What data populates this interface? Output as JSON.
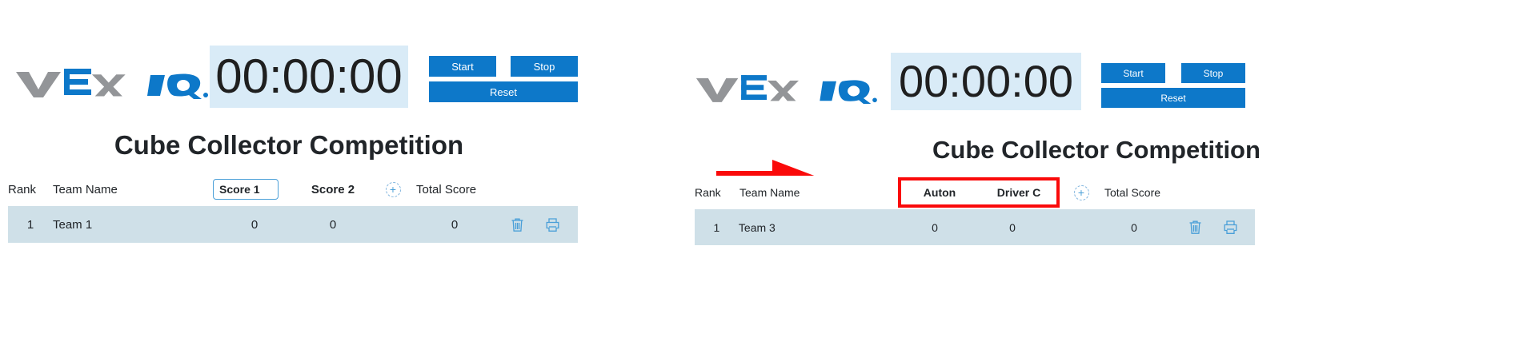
{
  "brand": {
    "name": "VEX IQ",
    "vex_text": "vEx",
    "iq_text": "IQ",
    "blue": "#0d78c9",
    "gray": "#939598"
  },
  "arrow": {
    "name": "transition-arrow",
    "color": "#fa0a0a",
    "direction": "right"
  },
  "highlight_color": "#fa0a0a",
  "panels": [
    {
      "id": "before",
      "timer": {
        "value": "00:00:00",
        "background": "#d9ebf7"
      },
      "controls": [
        {
          "id": "start",
          "label": "Start"
        },
        {
          "id": "stop",
          "label": "Stop"
        },
        {
          "id": "reset",
          "label": "Reset"
        }
      ],
      "title": "Cube Collector Competition",
      "table": {
        "headers": {
          "rank": "Rank",
          "team": "Team Name",
          "total": "Total Score",
          "add_column": "+"
        },
        "score_columns": [
          {
            "label": "Score 1",
            "editing": true
          },
          {
            "label": "Score 2",
            "editing": false
          }
        ],
        "rows": [
          {
            "rank": "1",
            "team": "Team 1",
            "scores": [
              "0",
              "0"
            ],
            "total": "0"
          }
        ],
        "row_actions": [
          {
            "id": "delete",
            "icon": "trash-icon"
          },
          {
            "id": "print",
            "icon": "printer-icon"
          }
        ],
        "highlighted": false
      }
    },
    {
      "id": "after",
      "timer": {
        "value": "00:00:00",
        "background": "#d9ebf7"
      },
      "controls": [
        {
          "id": "start",
          "label": "Start"
        },
        {
          "id": "stop",
          "label": "Stop"
        },
        {
          "id": "reset",
          "label": "Reset"
        }
      ],
      "title": "Cube Collector Competition",
      "table": {
        "headers": {
          "rank": "Rank",
          "team": "Team Name",
          "total": "Total Score",
          "add_column": "+"
        },
        "score_columns": [
          {
            "label": "Auton",
            "editing": false
          },
          {
            "label": "Driver C",
            "editing": false
          }
        ],
        "rows": [
          {
            "rank": "1",
            "team": "Team 3",
            "scores": [
              "0",
              "0"
            ],
            "total": "0"
          }
        ],
        "row_actions": [
          {
            "id": "delete",
            "icon": "trash-icon"
          },
          {
            "id": "print",
            "icon": "printer-icon"
          }
        ],
        "highlighted": true
      }
    }
  ]
}
